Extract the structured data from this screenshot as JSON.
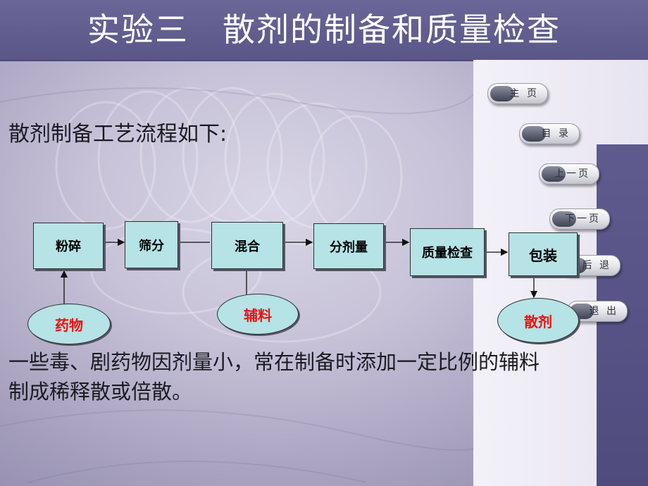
{
  "title": "实验三　散剂的制备和质量检查",
  "subtitle": "散剂制备工艺流程如下:",
  "nav": {
    "home": "主 页",
    "toc": "目 录",
    "prev": "上一页",
    "next": "下一页",
    "back": "后 退",
    "exit": "退 出"
  },
  "flow": {
    "steps": [
      "粉碎",
      "筛分",
      "混合",
      "分剂量",
      "质量检查",
      "包装"
    ],
    "inputs": {
      "drug": "药物",
      "excipient": "辅料"
    },
    "output": "散剂"
  },
  "note": "一些毒、剧药物因剂量小，常在制备时添加一定比例的辅料制成稀释散或倍散。",
  "colors": {
    "title_bar": "#5f5b8f",
    "box_fill": "#b5e3e6",
    "oval_text": "#ee1111",
    "side_strip": "#5f5b8f"
  }
}
